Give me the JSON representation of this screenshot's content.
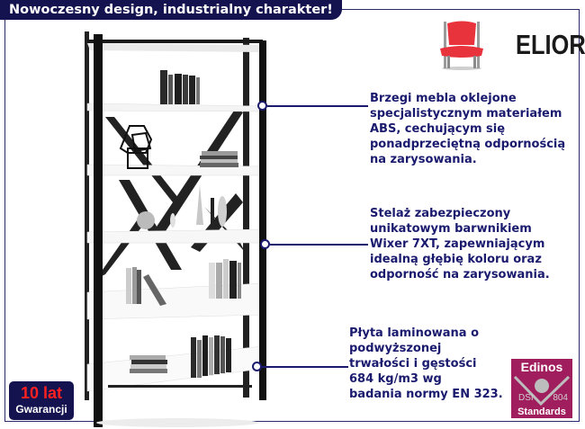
{
  "banner": {
    "title": "Nowoczesny design, industrialny charakter!"
  },
  "brand": {
    "name": "ELIOR",
    "icon": "red-chair-icon",
    "chair_color": "#e8323c"
  },
  "callouts": [
    {
      "lines": [
        "Brzegi mebla oklejone",
        "specjalistycznym materiałem",
        "ABS, cechującym się",
        "ponadprzeciętną odpornością",
        "na zarysowania."
      ]
    },
    {
      "lines": [
        "Stelaż zabezpieczony",
        "unikatowym barwnikiem",
        "Wixer 7XT, zapewniającym",
        "idealną głębię koloru oraz",
        "odporność na zarysowania."
      ]
    },
    {
      "lines": [
        "Płyta laminowana o",
        "podwyższonej",
        "trwałości i gęstości",
        "684 kg/m3 wg",
        "badania normy EN 323."
      ]
    }
  ],
  "warranty": {
    "years": "10 lat",
    "label": "Gwarancji"
  },
  "certificate": {
    "brand": "Edinos",
    "left_code": "DSI",
    "right_code": "804",
    "label": "Standards"
  },
  "colors": {
    "navy": "#14134f",
    "text_navy": "#1a1a6e",
    "warranty_red": "#ff2020",
    "edinos_magenta": "#a11e5e"
  }
}
